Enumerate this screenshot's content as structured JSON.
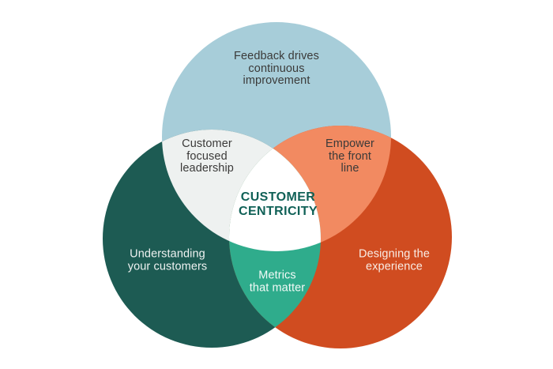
{
  "diagram": {
    "kind": "venn-3-circle",
    "topic": "Customer Centricity"
  },
  "labels": {
    "top_circle": "Feedback drives\ncontinuous\nimprovement",
    "left_circle": "Understanding\nyour customers",
    "right_circle": "Designing the\nexperience",
    "overlap_top_left": "Customer\nfocused\nleadership",
    "overlap_top_right": "Empower\nthe front\nline",
    "overlap_bottom": "Metrics\nthat matter",
    "center": "CUSTOMER\nCENTRICITY"
  },
  "colors": {
    "background": "#ffffff",
    "circle_top": "#a7cdd9",
    "circle_left": "#1d5b53",
    "circle_right": "#d04c20",
    "overlap_top_left": "#eef1f0",
    "overlap_top_right": "#f28a61",
    "overlap_bottom": "#2fac8c",
    "center_region": "#ffffff",
    "center_title_text": "#106157",
    "dark_label_text": "#3b3a39",
    "light_label_text": "#eef2f1"
  }
}
